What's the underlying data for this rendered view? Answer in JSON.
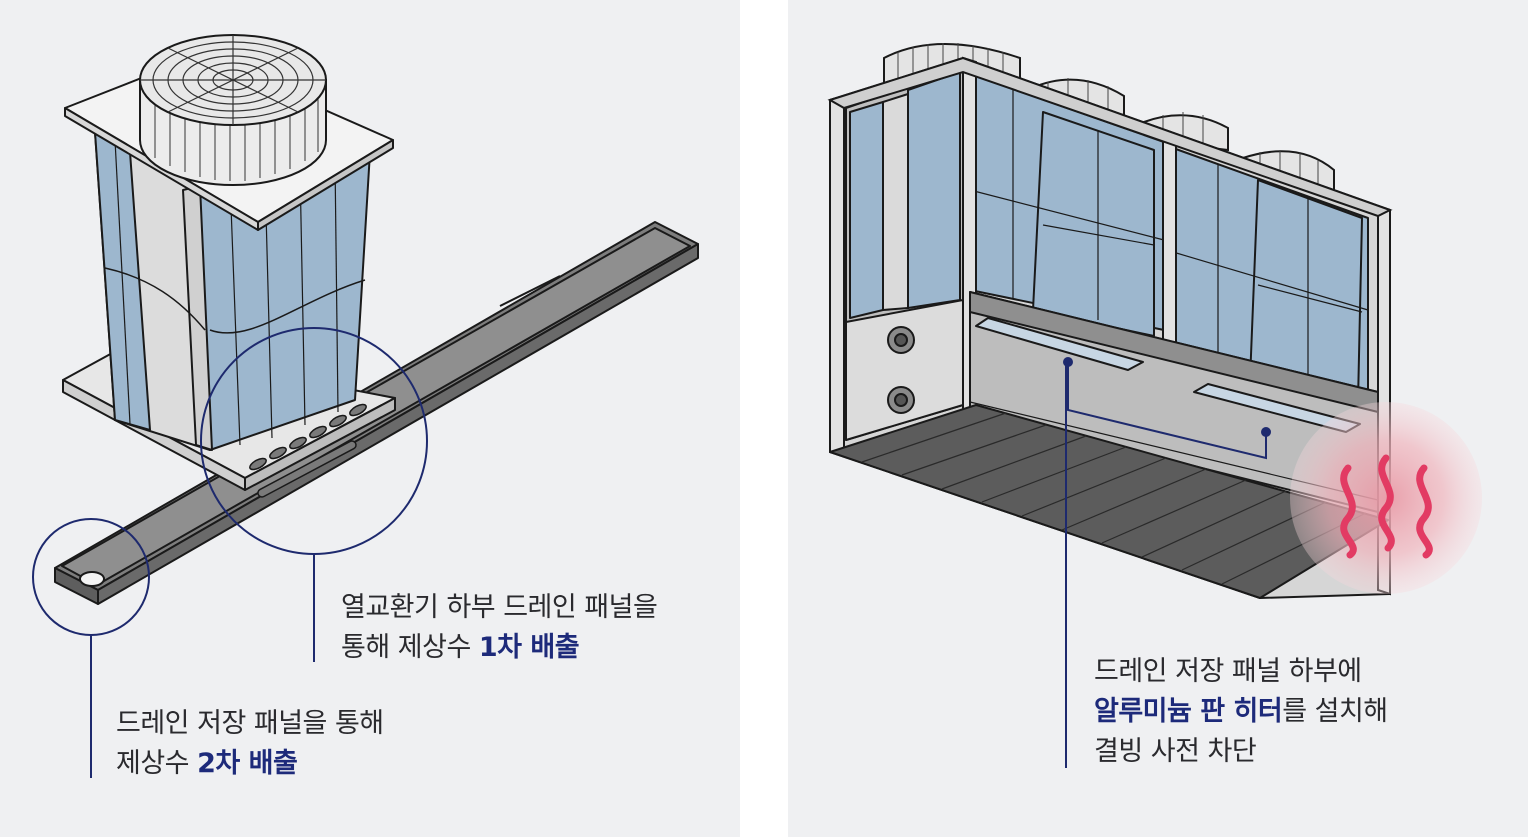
{
  "left": {
    "callout_upper": {
      "line1": "열교환기 하부 드레인 패널을",
      "line2_prefix": "통해 제상수 ",
      "line2_highlight": "1차 배출"
    },
    "callout_lower": {
      "line1": "드레인 저장 패널을 통해",
      "line2_prefix": "제상수 ",
      "line2_highlight": "2차 배출"
    }
  },
  "right": {
    "callout": {
      "line1": "드레인 저장 패널 하부에",
      "line2_highlight": "알루미늄 판 히터",
      "line2_suffix": "를 설치해",
      "line3": "결빙 사전 차단"
    }
  },
  "colors": {
    "panel_bg": "#eff0f2",
    "accent_navy": "#1d2a7a",
    "coil_blue": "#9db7ce",
    "heat_red": "#e23b63"
  }
}
